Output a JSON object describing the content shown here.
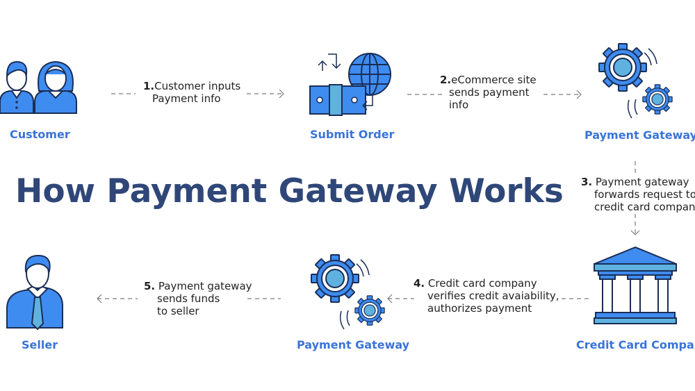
{
  "title": "How Payment Gateway Works",
  "colors": {
    "primary": "#3f8cf0",
    "light": "#5fb2e0",
    "dark": "#1a2d55",
    "title": "#2f4778",
    "label": "#3a74d8",
    "text": "#222222",
    "arrow": "#7a7a7a"
  },
  "nodes": {
    "customer": "Customer",
    "submit_order": "Submit Order",
    "gateway_top": "Payment Gateway",
    "credit_card": "Credit Card Company",
    "gateway_bottom": "Payment Gateway",
    "seller": "Seller"
  },
  "steps": {
    "s1": {
      "num": "1.",
      "lines": [
        "Customer inputs",
        "Payment info"
      ]
    },
    "s2": {
      "num": "2.",
      "lines": [
        "eCommerce site",
        "sends payment",
        "info"
      ]
    },
    "s3": {
      "num": "3.",
      "lines": [
        "Payment gateway",
        "forwards request to",
        "credit card company"
      ]
    },
    "s4": {
      "num": "4.",
      "lines": [
        "Credit card company",
        "verifies credit avaiability,",
        "authorizes payment"
      ]
    },
    "s5": {
      "num": "5.",
      "lines": [
        "Payment gateway",
        "sends funds",
        "to seller"
      ]
    }
  }
}
